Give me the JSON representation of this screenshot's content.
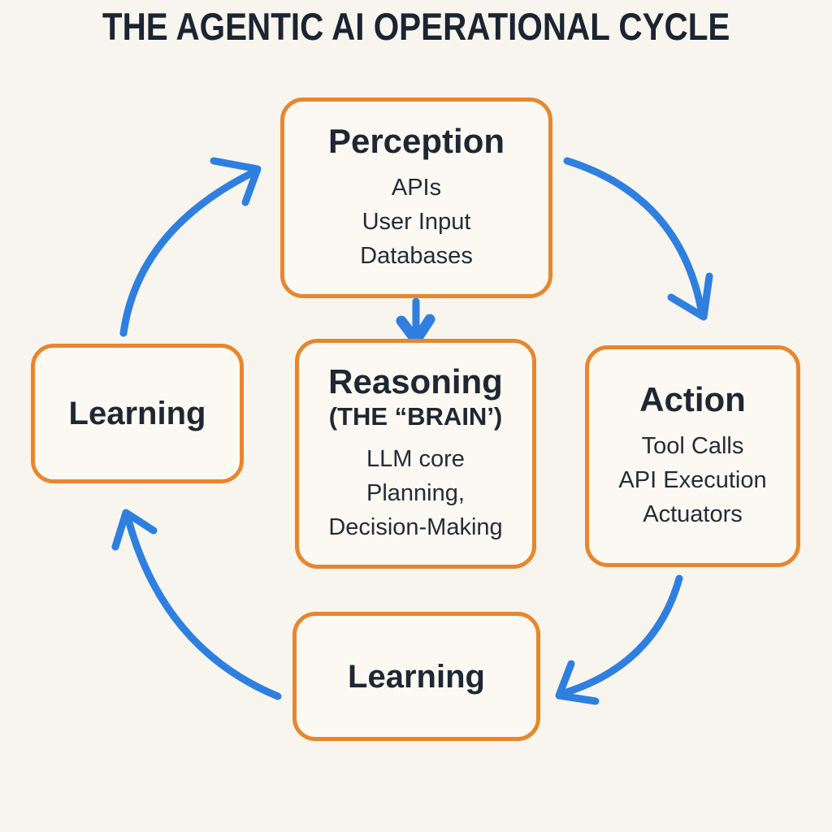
{
  "title": "THE AGENTIC AI OPERATIONAL CYCLE",
  "colors": {
    "background": "#F7F5EE",
    "box_fill": "#FBF9F2",
    "box_border_orange": "#E8862E",
    "arrow_blue": "#2E7FE0",
    "text_dark": "#1F2733"
  },
  "nodes": {
    "perception": {
      "title": "Perception",
      "lines": [
        "APIs",
        "User Input",
        "Databases"
      ]
    },
    "reasoning": {
      "title": "Reasoning",
      "subtitle": "(THE “BRAIN’)",
      "lines": [
        "LLM core",
        "Planning,",
        "Decision-Making"
      ]
    },
    "action": {
      "title": "Action",
      "lines": [
        "Tool Calls",
        "API Execution",
        "Actuators"
      ]
    },
    "learning_left": {
      "title": "Learning"
    },
    "learning_bottom": {
      "title": "Learning"
    }
  }
}
